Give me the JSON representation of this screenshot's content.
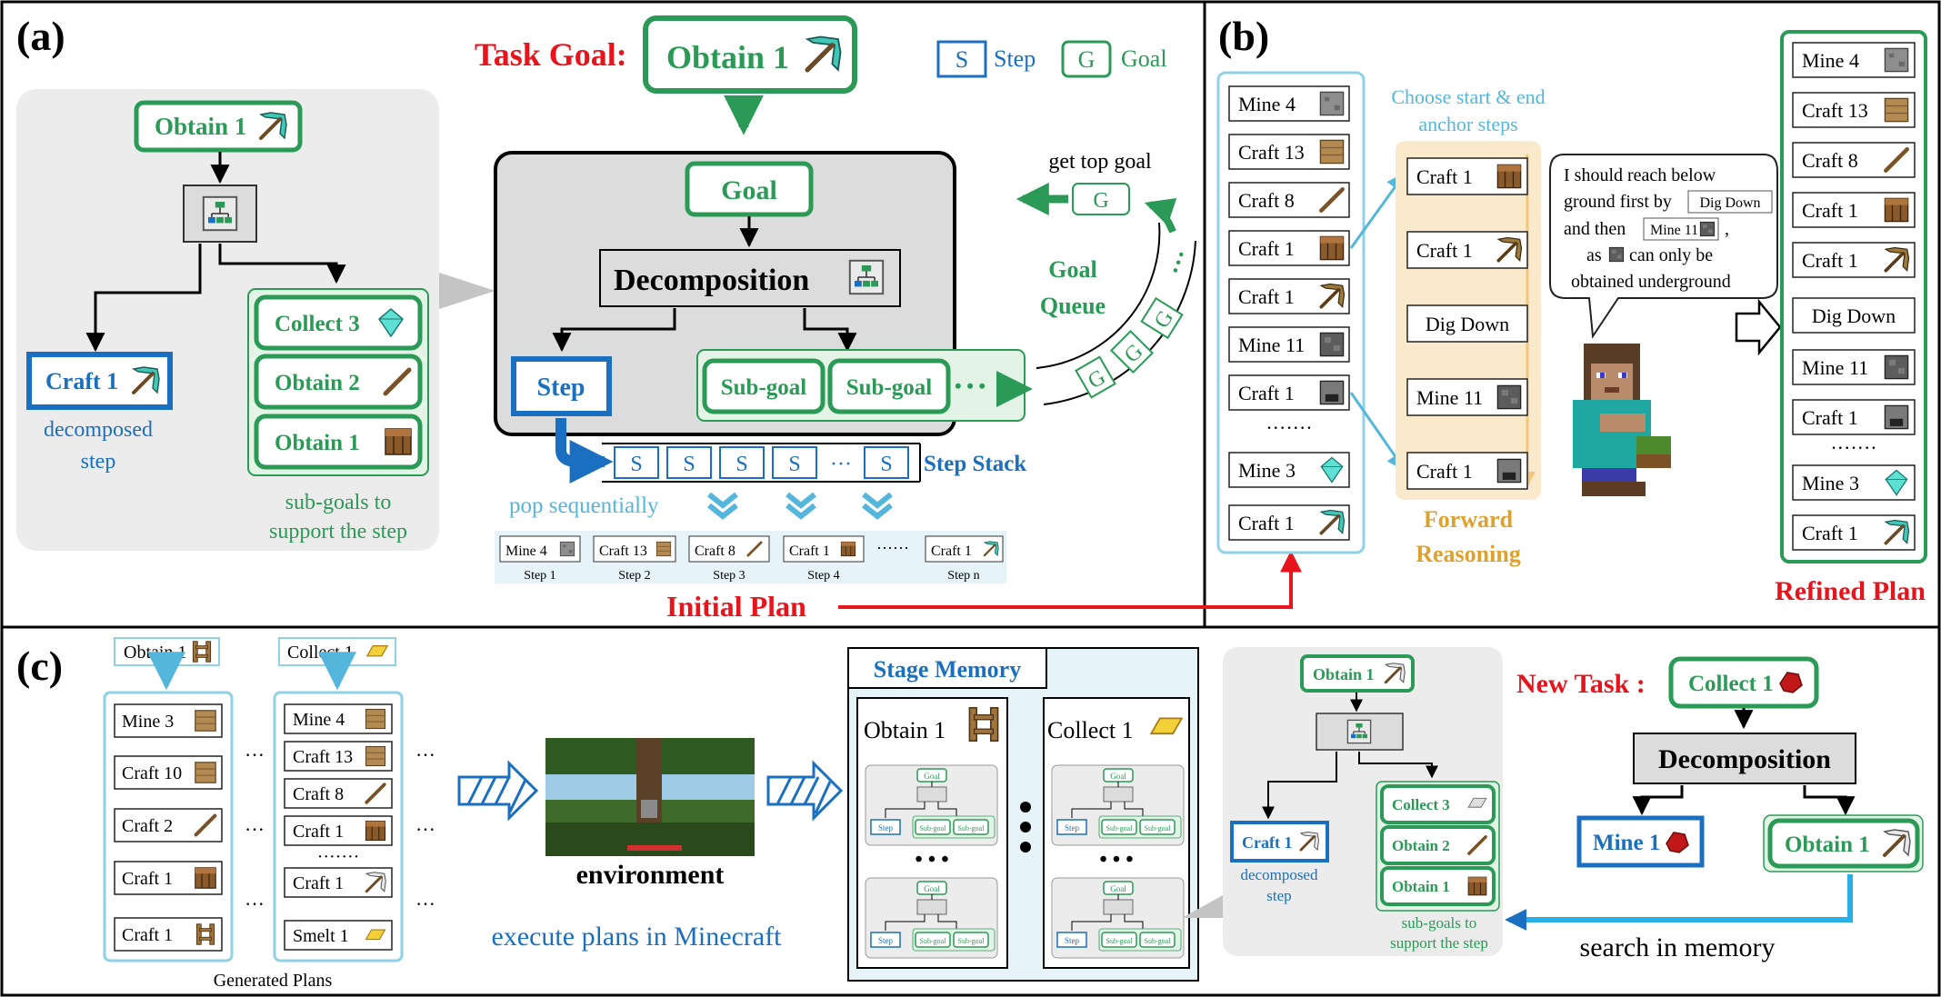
{
  "colors": {
    "green": "#2a9a56",
    "green_light": "#e3f4e6",
    "blue": "#1b6fc0",
    "cyan": "#55b6db",
    "red": "#e8141c",
    "orange": "#e0a12c",
    "orange_bg": "#fbe9cc",
    "gray_panel": "#ececec",
    "gray_box": "#dcdcdc",
    "light_blue_bg": "#e6f3f9"
  },
  "panel_a": {
    "label": "(a)",
    "task_goal_label": "Task Goal:",
    "task_goal_value": "Obtain 1",
    "legend_step": "Step",
    "legend_step_mark": "S",
    "legend_goal": "Goal",
    "legend_goal_mark": "G",
    "left_goal": "Obtain 1",
    "decomposed_step": "Craft 1",
    "decomposed_caption": [
      "decomposed",
      "step"
    ],
    "subgoals": [
      "Collect 3",
      "Obtain 2",
      "Obtain 1"
    ],
    "subgoal_caption": [
      "sub-goals to",
      "support the step"
    ],
    "center_goal": "Goal",
    "decomposition": "Decomposition",
    "step": "Step",
    "subgoal_a": "Sub-goal",
    "subgoal_b": "Sub-goal",
    "ellipsis": "• • •",
    "get_top_goal": "get top goal",
    "queue_title": [
      "Goal",
      "Queue"
    ],
    "queue_mark": "G",
    "stack_marks": [
      "S",
      "S",
      "S",
      "S",
      "···",
      "S"
    ],
    "step_stack": "Step Stack",
    "pop": "pop sequentially",
    "plan_items": [
      "Mine 4",
      "Craft 13",
      "Craft 8",
      "Craft 1",
      "······",
      "Craft 1"
    ],
    "plan_steps": [
      "Step 1",
      "Step 2",
      "Step 3",
      "Step 4",
      "",
      "Step n"
    ],
    "initial_plan": "Initial Plan"
  },
  "panel_b": {
    "label": "(b)",
    "initial_list": [
      "Mine 4",
      "Craft 13",
      "Craft 8",
      "Craft 1",
      "Craft 1",
      "Mine 11",
      "Craft 1",
      "·······",
      "Mine 3",
      "Craft 1"
    ],
    "anchor_caption": [
      "Choose start & end",
      "anchor steps"
    ],
    "forward_list": [
      "Craft 1",
      "Craft 1",
      "Dig Down",
      "Mine 11",
      "Craft 1"
    ],
    "forward_caption": [
      "Forward",
      "Reasoning"
    ],
    "bubble_l1": "I should reach below",
    "bubble_l2": "ground first by",
    "bubble_tag1": "Dig Down",
    "bubble_l3": "and then",
    "bubble_tag2": "Mine 11",
    "bubble_comma": ",",
    "bubble_l4a": "as",
    "bubble_l4b": "can only be",
    "bubble_l5": "obtained underground",
    "refined_list": [
      "Mine 4",
      "Craft 13",
      "Craft 8",
      "Craft 1",
      "Craft 1",
      "Dig Down",
      "Mine 11",
      "Craft 1",
      "·······",
      "Mine 3",
      "Craft 1"
    ],
    "refined_caption": "Refined Plan"
  },
  "panel_c": {
    "label": "(c)",
    "plan1_top": "Obtain 1",
    "plan1": [
      "Mine 3",
      "Craft 10",
      "Craft 2",
      "Craft 1",
      "Craft 1"
    ],
    "plan2_top": "Collect 1",
    "plan2": [
      "Mine 4",
      "Craft 13",
      "Craft 8",
      "Craft 1",
      "·······",
      "Craft 1",
      "Smelt 1"
    ],
    "dots": "···",
    "generated_plans": "Generated Plans",
    "environment": "environment",
    "execute": "execute plans in Minecraft",
    "stage_memory": "Stage Memory",
    "mem_col1": "Obtain 1",
    "mem_col2": "Collect 1",
    "mini_goal": "Goal",
    "mini_step": "Step",
    "mini_sub": "Sub-goal",
    "mem_ellipsis": "• • •",
    "sub_goal_top": "Obtain 1",
    "sub_step": "Craft 1",
    "sub_step_caption": [
      "decomposed",
      "step"
    ],
    "sub_goals": [
      "Collect 3",
      "Obtain 2",
      "Obtain 1"
    ],
    "sub_goals_caption": [
      "sub-goals to",
      "support the step"
    ],
    "new_task_label": "New Task :",
    "new_task_value": "Collect 1",
    "new_decomp": "Decomposition",
    "new_step": "Mine 1",
    "new_subgoal": "Obtain 1",
    "search_memory": "search in memory"
  }
}
